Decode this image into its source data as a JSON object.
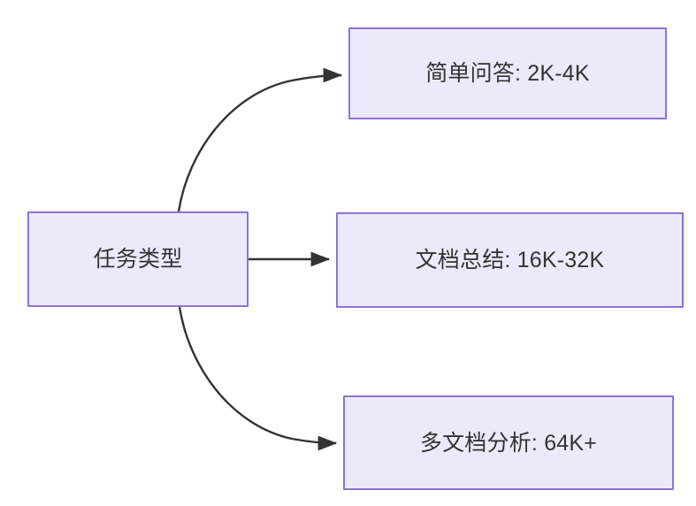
{
  "diagram": {
    "type": "flowchart",
    "direction": "left-to-right",
    "background_color": "#ffffff",
    "node_fill_color": "#ece9fb",
    "node_border_color": "#8c73d6",
    "node_text_color": "#333333",
    "edge_color": "#333333",
    "nodes": {
      "source": {
        "id": "task-type",
        "label": "任务类型"
      },
      "targets": [
        {
          "id": "simple-qa",
          "label": "简单问答: 2K-4K",
          "category": "简单问答",
          "value": "2K-4K"
        },
        {
          "id": "doc-summary",
          "label": "文档总结: 16K-32K",
          "category": "文档总结",
          "value": "16K-32K"
        },
        {
          "id": "multi-doc",
          "label": "多文档分析: 64K+",
          "category": "多文档分析",
          "value": "64K+"
        }
      ]
    },
    "edges": [
      {
        "from": "task-type",
        "to": "simple-qa",
        "style": "curved",
        "label": ""
      },
      {
        "from": "task-type",
        "to": "doc-summary",
        "style": "straight",
        "label": ""
      },
      {
        "from": "task-type",
        "to": "multi-doc",
        "style": "curved",
        "label": ""
      }
    ]
  }
}
